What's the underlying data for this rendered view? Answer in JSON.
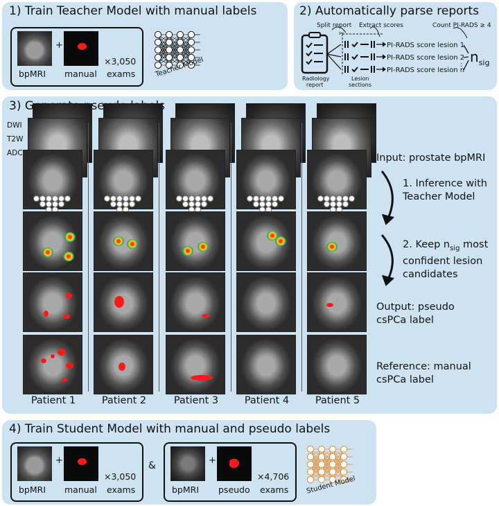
{
  "panel1": {
    "title": "1) Train Teacher Model with manual labels",
    "image_label_1": "bpMRI",
    "image_label_2": "manual",
    "plus": "+",
    "count": "×3,050",
    "count_unit": "exams",
    "model_label": "Teacher Model"
  },
  "panel2": {
    "title": "2) Automatically parse reports",
    "split_report": "Split report",
    "extract_scores": "Extract scores",
    "count_rule": "Count PI-RADS ≥ 4",
    "report_label_1": "Radiology",
    "report_label_2": "report",
    "lesion_sections_1": "Lesion",
    "lesion_sections_2": "sections",
    "score_lines": [
      "PI-RADS score lesion 1",
      "PI-RADS score lesion 2",
      "PI-RADS score lesion n"
    ],
    "n_sig_base": "n",
    "n_sig_sub": "sig",
    "dots": ":"
  },
  "panel3": {
    "title": "3) Generate pseudo labels",
    "sequences": [
      "DWI",
      "T2W",
      "ADC"
    ],
    "patients": [
      "Patient 1",
      "Patient 2",
      "Patient 3",
      "Patient 4",
      "Patient 5"
    ],
    "step_input": "Input: prostate bpMRI",
    "step_1": "1. Inference with Teacher Model",
    "step_2_pre": "2. Keep n",
    "step_2_sub": "sig",
    "step_2_post": " most confident lesion candidates",
    "step_output": "Output: pseudo csPCa label",
    "step_reference": "Reference: manual csPCa label"
  },
  "panel4": {
    "title": "4) Train Student Model with manual and pseudo labels",
    "left_label_1": "bpMRI",
    "left_label_2": "manual",
    "left_count": "×3,050",
    "left_unit": "exams",
    "ampersand": "&",
    "right_label_1": "bpMRI",
    "right_label_2": "pseudo",
    "right_count": "×4,706",
    "right_unit": "exams",
    "plus": "+",
    "model_label": "Student Model"
  },
  "colors": {
    "panel_bg": "#cde3f2",
    "label_red": "#ff1a1a",
    "teacher_net": "#111111",
    "student_net": "#e8892a"
  }
}
